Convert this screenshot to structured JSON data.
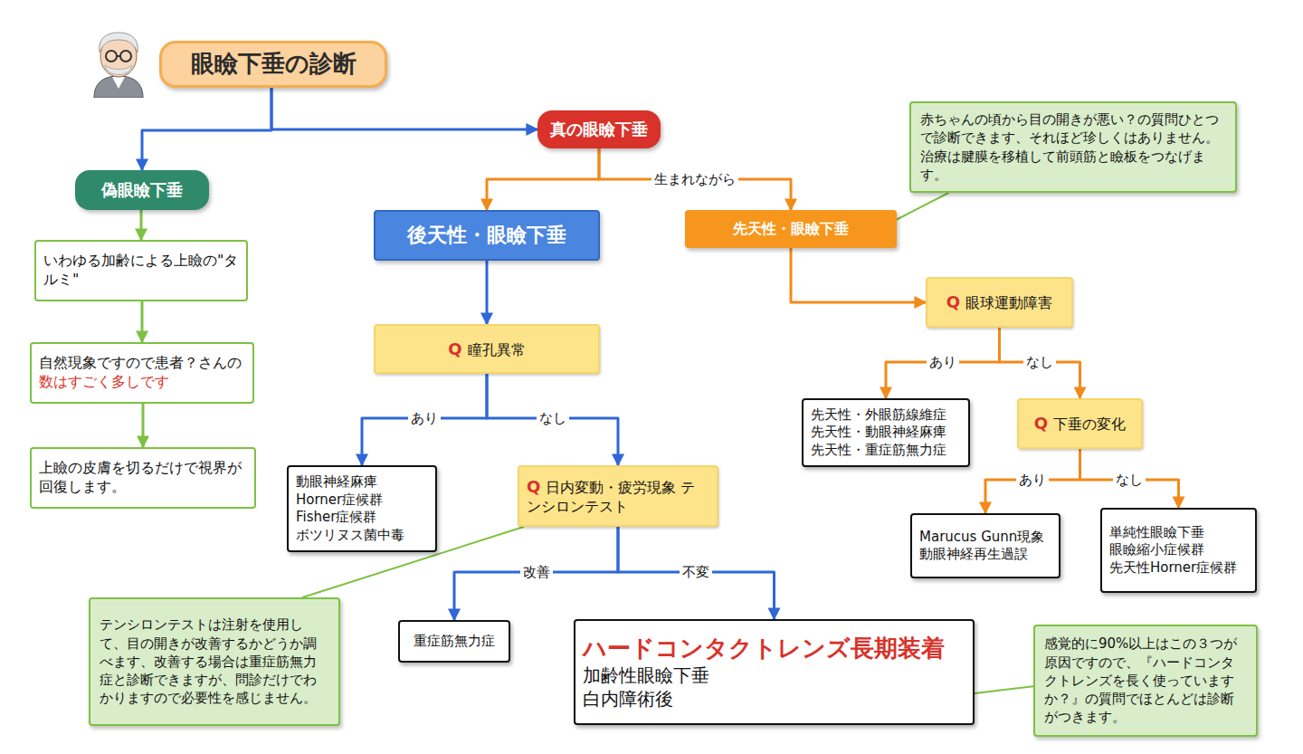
{
  "diagram": {
    "nodes": [
      {
        "text": [
          "眼瞼下垂の診断"
        ]
      },
      {
        "text": [
          "真の眼瞼下垂"
        ]
      },
      {
        "text": [
          "偽眼瞼下垂"
        ]
      },
      {
        "text": [
          "いわゆる加齢による上瞼の\"タルミ\""
        ]
      },
      {
        "text": [
          "自然現象ですので患者？さんの",
          "数はすごく多しです"
        ]
      },
      {
        "text": [
          "上瞼の皮膚を切るだけで視界が回復します。"
        ]
      },
      {
        "text": [
          "後天性・眼瞼下垂"
        ]
      },
      {
        "text": [
          "先天性・眼瞼下垂"
        ]
      },
      {
        "text": [
          "赤ちゃんの頃から目の開きが悪い？の質問ひとつで診断できます、それほど珍しくはありません。治療は腱膜を移植して前頭筋と瞼板をつなげます。"
        ]
      },
      {
        "text": [
          "Q",
          "瞳孔異常"
        ]
      },
      {
        "text": [
          "動眼神経麻痺",
          "Horner症候群",
          "Fisher症候群",
          "ボツリヌス菌中毒"
        ]
      },
      {
        "text": [
          "Q",
          "日内変動・疲労現象 テンシロンテスト"
        ]
      },
      {
        "text": [
          "重症筋無力症"
        ]
      },
      {
        "text": [
          "テンシロンテストは注射を使用して、目の開きが改善するかどうか調べます、改善する場合は重症筋無力症と診断できますが、問診だけでわかりますので必要性を感じません。"
        ]
      },
      {
        "text": [
          "ハードコンタクトレンズ長期装着",
          "加齢性眼瞼下垂",
          "白内障術後"
        ]
      },
      {
        "text": [
          "感覚的に90%以上はこの３つが原因ですので、『ハードコンタクトレンズを長く使っていますか？』の質問でほとんどは診断がつきます。"
        ]
      },
      {
        "text": [
          "Q",
          "眼球運動障害"
        ]
      },
      {
        "text": [
          "先天性・外眼筋線維症",
          "先天性・動眼神経麻痺",
          "先天性・重症筋無力症"
        ]
      },
      {
        "text": [
          "Q",
          "下垂の変化"
        ]
      },
      {
        "text": [
          "Marucus Gunn現象",
          "動眼神経再生過誤"
        ]
      },
      {
        "text": [
          "単純性眼瞼下垂",
          "眼瞼縮小症候群",
          "先天性Horner症候群"
        ]
      }
    ],
    "edges": [
      {
        "from": 0,
        "to": 1,
        "arrow": "to"
      },
      {
        "from": 0,
        "to": 2,
        "arrow": "to"
      },
      {
        "from": 2,
        "to": 3,
        "arrow": "to"
      },
      {
        "from": 3,
        "to": 4,
        "arrow": "to"
      },
      {
        "from": 4,
        "to": 5,
        "arrow": "to"
      },
      {
        "from": 1,
        "to": 6,
        "arrow": "to"
      },
      {
        "from": 1,
        "to": 7,
        "label": "生まれながら",
        "arrow": "to"
      },
      {
        "from": 8,
        "to": 7,
        "arrow": "none"
      },
      {
        "from": 6,
        "to": 9,
        "arrow": "to"
      },
      {
        "from": 9,
        "to": 10,
        "label": "あり",
        "arrow": "to"
      },
      {
        "from": 9,
        "to": 11,
        "label": "なし",
        "arrow": "to"
      },
      {
        "from": 11,
        "to": 12,
        "label": "改善",
        "arrow": "to"
      },
      {
        "from": 11,
        "to": 14,
        "label": "不変",
        "arrow": "to"
      },
      {
        "from": 13,
        "to": 11,
        "arrow": "none"
      },
      {
        "from": 15,
        "to": 14,
        "arrow": "none"
      },
      {
        "from": 7,
        "to": 16,
        "arrow": "to"
      },
      {
        "from": 16,
        "to": 17,
        "label": "あり",
        "arrow": "to"
      },
      {
        "from": 16,
        "to": 18,
        "label": "なし",
        "arrow": "to"
      },
      {
        "from": 18,
        "to": 19,
        "label": "あり",
        "arrow": "to"
      },
      {
        "from": 18,
        "to": 20,
        "label": "なし",
        "arrow": "to"
      }
    ]
  }
}
